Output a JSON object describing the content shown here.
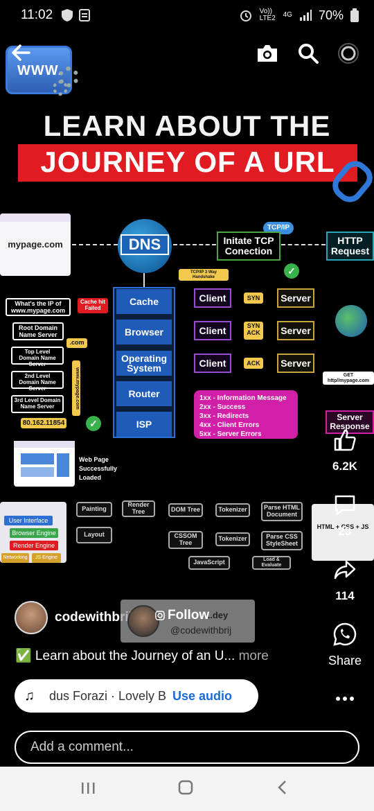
{
  "status_bar": {
    "time": "11:02",
    "network": "Vo)) LTE2",
    "signal_label": "4G",
    "battery": "70%"
  },
  "toolbar": {
    "back_icon": "arrow-left-icon",
    "camera_icon": "camera-icon",
    "search_icon": "search-icon",
    "profile_icon": "profile-ring-icon"
  },
  "reel": {
    "title_line1": "LEARN ABOUT THE",
    "title_line2": "JOURNEY OF A URL",
    "logo_text": "WWW.",
    "diagram": {
      "url_box": "mypage.com",
      "dns": "DNS",
      "tcp_tag": "TCP/IP",
      "tcp_box": "Initate TCP Conection",
      "http_box": "HTTP Request",
      "handshake_label": "TCP/IP 3 Way Handshake",
      "stack": [
        "Cache",
        "Browser",
        "Operating System",
        "Router",
        "ISP"
      ],
      "cache_hit": "Cache hit Failed",
      "whats_ip": "What's the IP of www.mypage.com",
      "domains": [
        "Root Domain Name Server",
        "Top Level Domain Name Server",
        "2nd Level Domain Name Server",
        "3rd Level Domain Name Server"
      ],
      "dot_com": ".com",
      "vertical_domain": "www.mypage.com",
      "ip_address": "80.162.11854",
      "handshake_rows": [
        {
          "client": "Client",
          "msg": "SYN",
          "server": "Server"
        },
        {
          "client": "Client",
          "msg": "SYN ACK",
          "server": "Server"
        },
        {
          "client": "Client",
          "msg": "ACK",
          "server": "Server"
        }
      ],
      "get_label": "GET http//mypage.com",
      "status_codes": [
        "1xx - Information Message",
        "2xx - Success",
        "3xx - Redirects",
        "4xx - Client Errors",
        "5xx - Server Errors"
      ],
      "server_response": "Server Response",
      "loaded": "Web Page Successfully Loaded",
      "render_nodes": [
        "Painting",
        "Render Tree",
        "DOM Tree",
        "Tokenizer",
        "Parse HTML Document",
        "Layout",
        "CSSOM Tree",
        "Tokenizer",
        "Parse CSS StyleSheet",
        "JavaScript",
        "Load & Evaluate"
      ],
      "engines": [
        "User Interface",
        "Browser Engine",
        "Render Engine",
        "Networking",
        "JS Engine"
      ],
      "html_css_js": "HTML + CSS + JS"
    }
  },
  "rail": {
    "likes": "6.2K",
    "comments": "23",
    "shares": "114",
    "share_label": "Share",
    "more_icon": "more-dots-icon"
  },
  "post": {
    "username": "codewithbrij",
    "follow_label": "Follow",
    "follow_name": "...dey",
    "follow_handle": "@codewithbrij",
    "caption": "✅ Learn about the Journey of an U...",
    "more": "more",
    "audio_title": "dus Forazi · Lovely Boy",
    "use_audio": "Use audio",
    "comment_placeholder": "Add a comment..."
  },
  "colors": {
    "accent_red": "#e11b22",
    "link_blue": "#1a6ad9",
    "diagram_blue": "#1f5bb8",
    "magenta": "#d21fa8"
  }
}
